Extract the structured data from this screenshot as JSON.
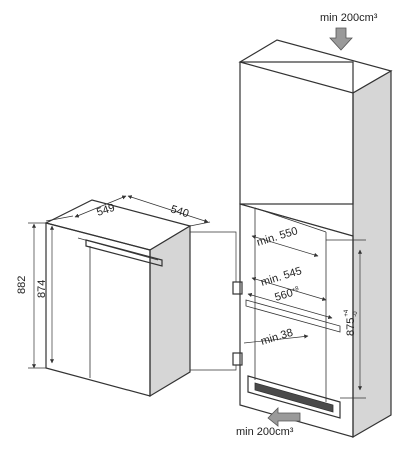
{
  "labels": {
    "vent_top": "min 200cm³",
    "vent_bottom": "min 200cm³",
    "appliance_depth": "549",
    "appliance_width": "540",
    "appliance_height_outer": "882",
    "appliance_height_inner": "874",
    "niche_width_min": "min. 550",
    "niche_depth_min": "min. 545",
    "niche_inner_width": "560",
    "niche_inner_width_tol": "+8",
    "niche_height": "875",
    "niche_height_tol_plus": "+4",
    "niche_height_tol_minus": "-0",
    "min_gap": "min.38"
  }
}
